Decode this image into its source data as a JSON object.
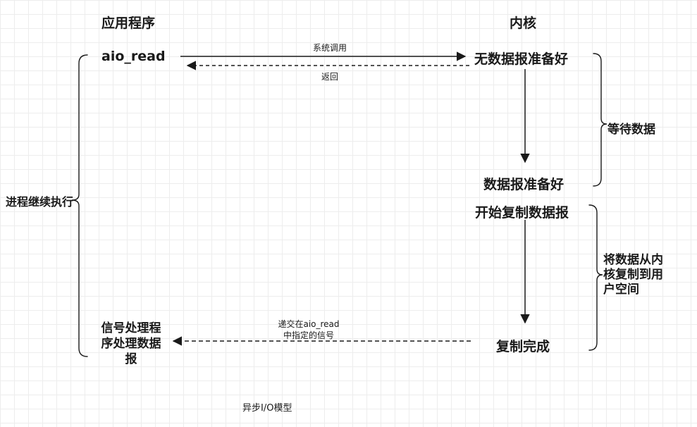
{
  "diagram": {
    "columns": {
      "application": "应用程序",
      "kernel": "内核"
    },
    "nodes": {
      "aio_read": "aio_read",
      "no_datagram_ready": "无数据报准备好",
      "datagram_ready": "数据报准备好",
      "start_copy_datagram": "开始复制数据报",
      "copy_complete": "复制完成",
      "signal_handler": "信号处理程\n序处理数据\n报"
    },
    "arrows": {
      "system_call": "系统调用",
      "return": "返回",
      "deliver_signal": "递交在aio_read\n中指定的信号"
    },
    "braces": {
      "wait_for_data": "等待数据",
      "copy_kernel_to_user": "将数据从内\n核复制到用\n户空间",
      "process_continues": "进程继续执行"
    },
    "caption": "异步I/O模型"
  }
}
